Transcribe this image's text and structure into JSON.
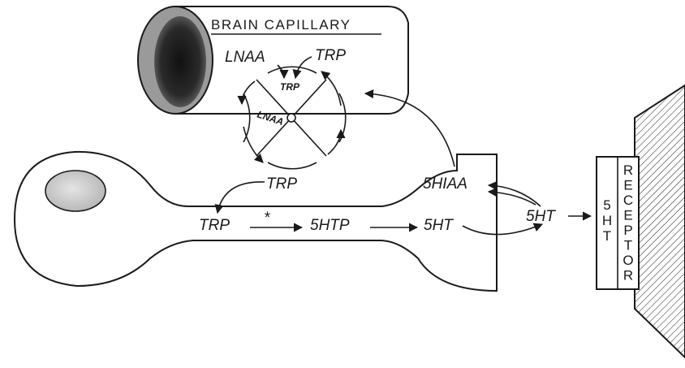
{
  "diagram": {
    "capillary_label": "BRAIN CAPILLARY",
    "blood_lnaa": "LNAA",
    "blood_trp": "TRP",
    "carrier_trp": "TRP",
    "carrier_lnaa": "LNAA",
    "brain_trp": "TRP",
    "neuron_trp": "TRP",
    "enzyme_marker": "*",
    "five_htp": "5HTP",
    "five_ht_inside": "5HT",
    "five_hiaa": "5HIAA",
    "five_ht_synapse": "5HT",
    "receptor_left": [
      "5",
      "H",
      "T"
    ],
    "receptor_right": [
      "R",
      "E",
      "C",
      "E",
      "P",
      "T",
      "O",
      "R"
    ]
  }
}
